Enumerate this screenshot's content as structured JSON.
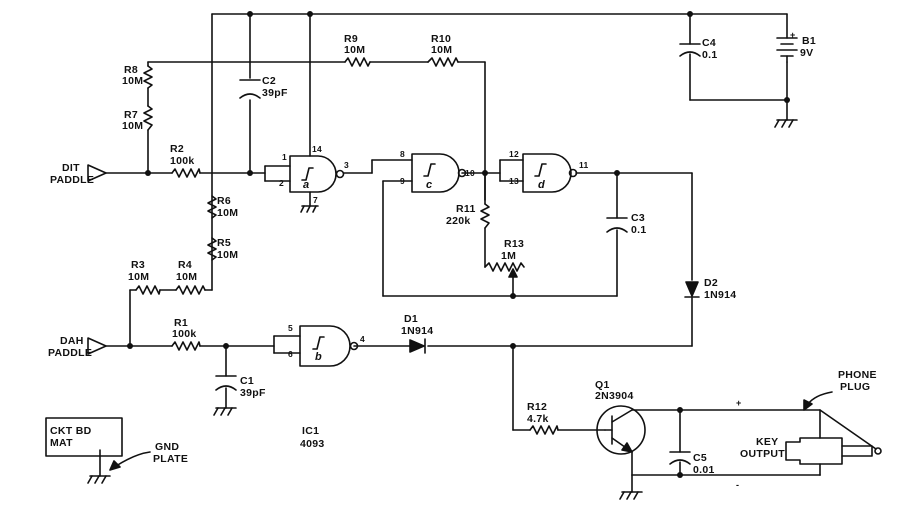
{
  "labels": {
    "dit": [
      "DIT",
      "PADDLE"
    ],
    "dah": [
      "DAH",
      "PADDLE"
    ],
    "ckt_bd": [
      "CKT BD",
      "MAT"
    ],
    "gnd_plate": [
      "GND",
      "PLATE"
    ],
    "ic1": [
      "IC1",
      "4093"
    ],
    "phone_plug": [
      "PHONE",
      "PLUG"
    ],
    "key_output": [
      "KEY",
      "OUTPUT"
    ],
    "plus": "+",
    "minus": "-"
  },
  "components": {
    "R1": [
      "R1",
      "100k"
    ],
    "R2": [
      "R2",
      "100k"
    ],
    "R3": [
      "R3",
      "10M"
    ],
    "R4": [
      "R4",
      "10M"
    ],
    "R5": [
      "R5",
      "10M"
    ],
    "R6": [
      "R6",
      "10M"
    ],
    "R7": [
      "R7",
      "10M"
    ],
    "R8": [
      "R8",
      "10M"
    ],
    "R9": [
      "R9",
      "10M"
    ],
    "R10": [
      "R10",
      "10M"
    ],
    "R11": [
      "R11",
      "220k"
    ],
    "R12": [
      "R12",
      "4.7k"
    ],
    "R13": [
      "R13",
      "1M"
    ],
    "C1": [
      "C1",
      "39pF"
    ],
    "C2": [
      "C2",
      "39pF"
    ],
    "C3": [
      "C3",
      "0.1"
    ],
    "C4": [
      "C4",
      "0.1"
    ],
    "C5": [
      "C5",
      "0.01"
    ],
    "D1": [
      "D1",
      "1N914"
    ],
    "D2": [
      "D2",
      "1N914"
    ],
    "Q1": [
      "Q1",
      "2N3904"
    ],
    "B1": [
      "B1",
      "9V"
    ]
  },
  "gates": {
    "a": {
      "name": "a",
      "pins": [
        "1",
        "2",
        "3",
        "14",
        "7"
      ]
    },
    "b": {
      "name": "b",
      "pins": [
        "5",
        "6",
        "4"
      ]
    },
    "c": {
      "name": "c",
      "pins": [
        "8",
        "9",
        "10"
      ]
    },
    "d": {
      "name": "d",
      "pins": [
        "12",
        "13",
        "11"
      ]
    }
  }
}
